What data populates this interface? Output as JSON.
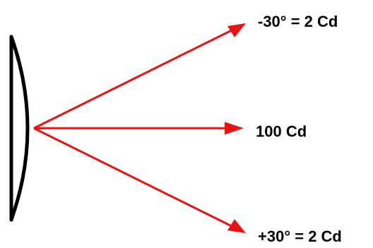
{
  "diagram": {
    "ray_color": "#ee1111",
    "lens_color": "#000000",
    "rays": [
      {
        "id": "top",
        "label": "-30° = 2 Cd"
      },
      {
        "id": "mid",
        "label": "100 Cd"
      },
      {
        "id": "bot",
        "label": "+30° = 2 Cd"
      }
    ]
  }
}
